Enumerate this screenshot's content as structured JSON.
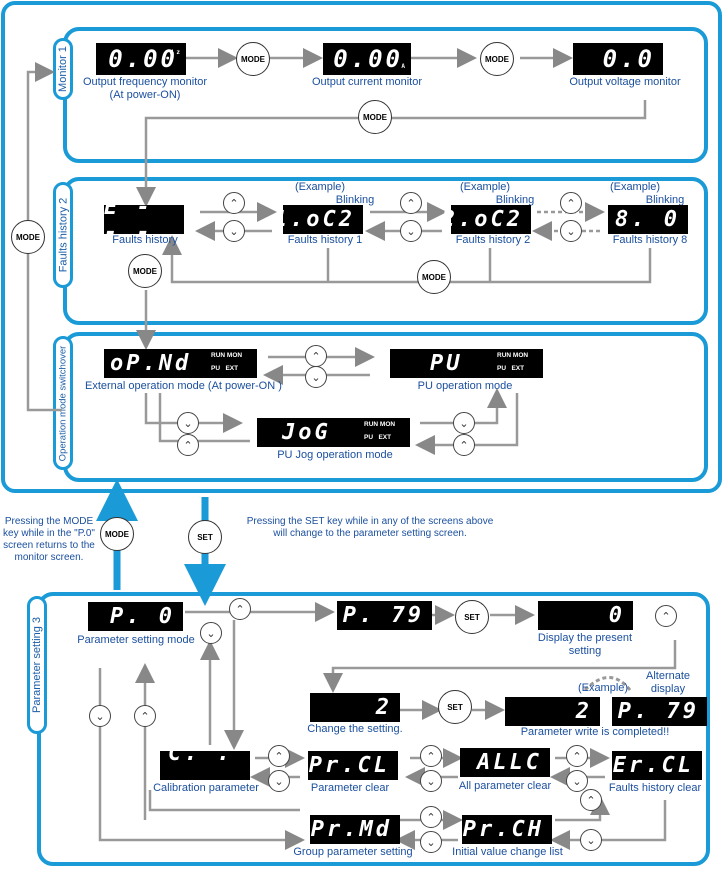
{
  "monitor": {
    "tab": "Monitor",
    "tab_num": "1",
    "freq_lcd": "0.00",
    "freq_unit": "Hz",
    "freq_label1": "Output frequency monitor",
    "freq_label2": "(At power-ON)",
    "curr_lcd": "0.00",
    "curr_unit": "A",
    "curr_label": "Output current monitor",
    "volt_lcd": "0.0",
    "volt_label": "Output voltage monitor"
  },
  "faults": {
    "tab": "Faults history",
    "tab_num": "2",
    "main_lcd": "E - - -",
    "main_label": "Faults history",
    "h1_lcd": "1.oC2",
    "h1_label": "Faults history 1",
    "h2_lcd": "2.oC2",
    "h2_label": "Faults history 2",
    "h8_lcd": "8.   0",
    "h8_label": "Faults history 8",
    "example": "(Example)",
    "blinking": "Blinking"
  },
  "opmode": {
    "tab": "Operation mode switchover",
    "ext_lcd": "oP.Nd",
    "ext_label": "External operation mode (At power-ON )",
    "pu_lcd": "PU",
    "pu_label": "PU operation mode",
    "jog_lcd": "JoG",
    "jog_label": "PU Jog operation mode",
    "run": "RUN",
    "mon": "MON",
    "pu": "PU",
    "ext": "EXT"
  },
  "notes": {
    "mode_note": "Pressing the MODE key while in the \"P.0\" screen returns to the monitor screen.",
    "set_note1": "Pressing the SET key while in any of the screens above",
    "set_note2": "will change to the parameter setting screen."
  },
  "param": {
    "tab": "Parameter setting",
    "tab_num": "3",
    "p0_lcd": "P.   0",
    "p0_label": "Parameter setting mode",
    "p79_lcd": "P.  79",
    "present_lcd": "0",
    "present_label1": "Display the present",
    "present_label2": "setting",
    "change_lcd": "2",
    "change_label": "Change the setting.",
    "write_lcd": "2",
    "write_lcd2": "P.  79",
    "write_label": "Parameter write is completed!!",
    "example": "(Example)",
    "alternate1": "Alternate",
    "alternate2": "display",
    "cal_lcd": "C. . .",
    "cal_label": "Calibration parameter",
    "prcl_lcd": "Pr.CL",
    "prcl_label": "Parameter clear",
    "allc_lcd": "ALLC",
    "allc_label": "All parameter clear",
    "ercl_lcd": "Er.CL",
    "ercl_label": "Faults history clear",
    "prmd_lcd": "Pr.Md",
    "prmd_label": "Group parameter setting",
    "prch_lcd": "Pr.CH",
    "prch_label": "Initial value change list"
  },
  "keys": {
    "mode": "MODE",
    "set": "SET",
    "up": "⌃",
    "down": "⌄"
  }
}
